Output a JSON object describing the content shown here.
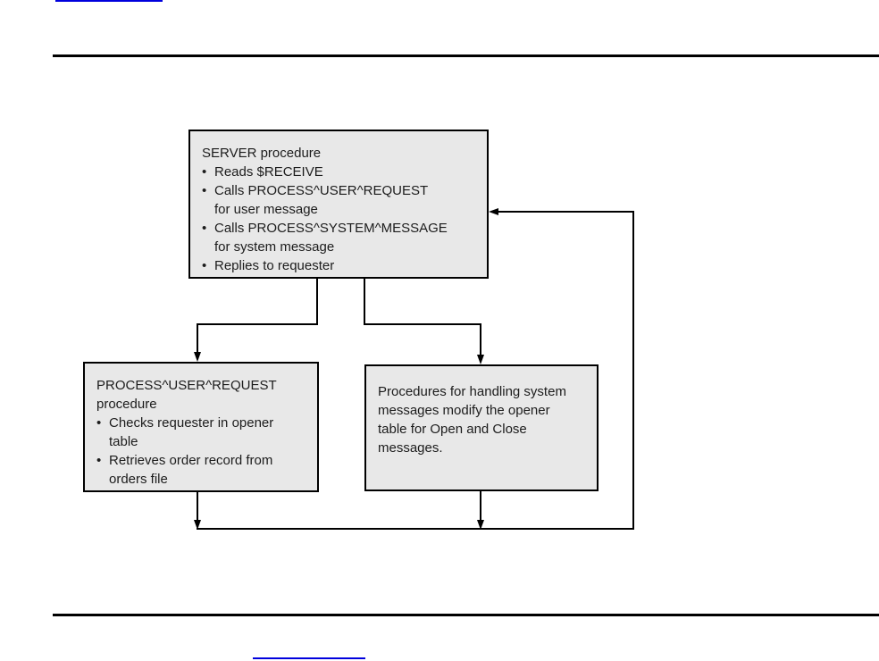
{
  "links": {
    "top_underline_color": "#0000dd",
    "bottom_underline_color": "#0000dd"
  },
  "rules": {
    "color": "#000000"
  },
  "diagram": {
    "bullet_glyph": "•",
    "box_fill": "#e8e8e8",
    "box_border": "#000000",
    "server_box": {
      "title": "SERVER procedure",
      "items": [
        {
          "bullet": true,
          "text": "Reads $RECEIVE"
        },
        {
          "bullet": true,
          "text": "Calls PROCESS^USER^REQUEST"
        },
        {
          "bullet": false,
          "text": "for user message"
        },
        {
          "bullet": true,
          "text": "Calls PROCESS^SYSTEM^MESSAGE"
        },
        {
          "bullet": false,
          "text": "for system message"
        },
        {
          "bullet": true,
          "text": "Replies to requester"
        }
      ]
    },
    "user_request_box": {
      "title_lines": [
        "PROCESS^USER^REQUEST",
        "procedure"
      ],
      "items": [
        {
          "bullet": true,
          "text": "Checks requester in opener"
        },
        {
          "bullet": false,
          "text": "table"
        },
        {
          "bullet": true,
          "text": "Retrieves order record from"
        },
        {
          "bullet": false,
          "text": "orders file"
        }
      ]
    },
    "system_message_box": {
      "lines": [
        "Procedures for handling system",
        "messages modify the opener",
        "table for Open and Close",
        "messages."
      ]
    }
  }
}
